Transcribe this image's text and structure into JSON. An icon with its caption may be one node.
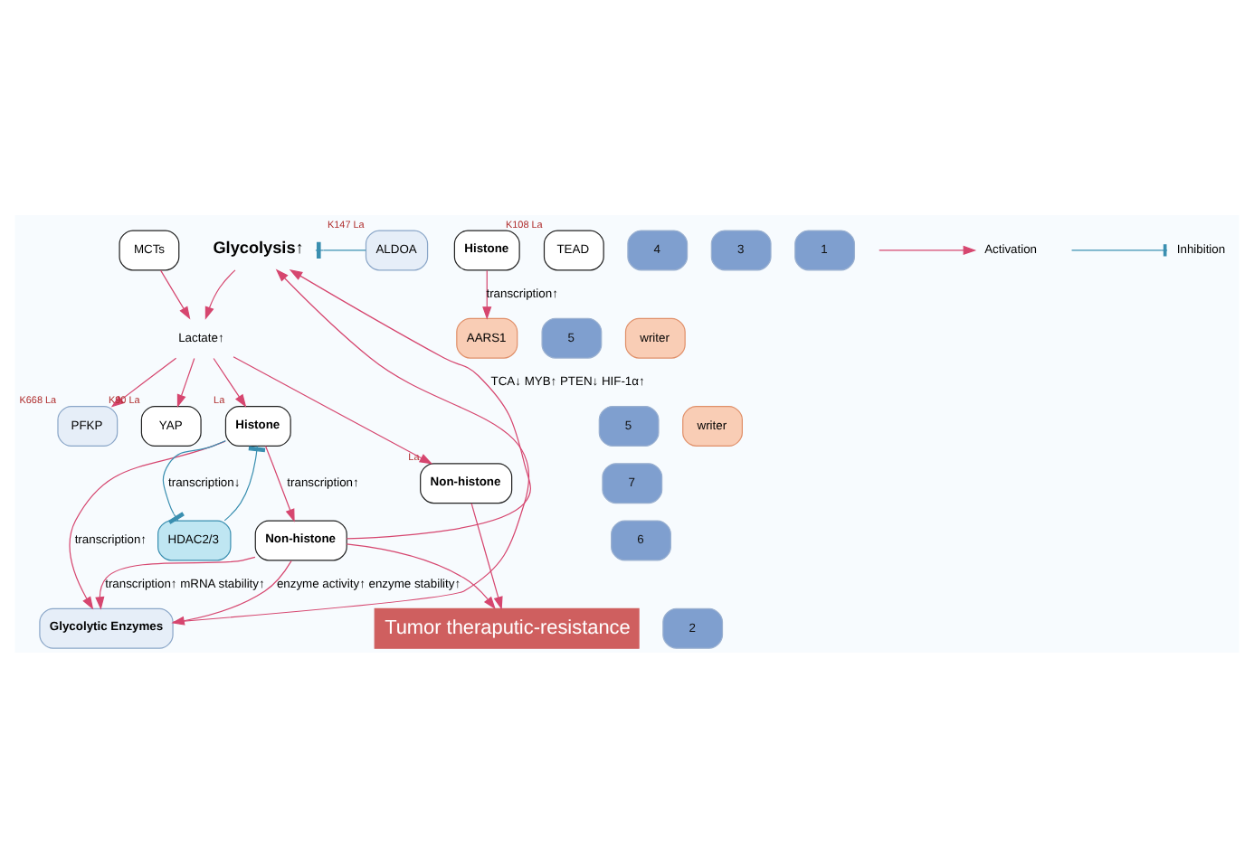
{
  "diagram": {
    "nodes": [
      {
        "text": [
          "MCTs"
        ]
      },
      {
        "text": [
          "PFKP"
        ],
        "beside": [
          "K668",
          "La"
        ]
      },
      {
        "text": [
          "ALDOA"
        ],
        "beside": [
          "K147",
          "La"
        ]
      },
      {
        "text": [
          "Lactate↑"
        ]
      },
      {
        "text": [
          "Glycolysis↑"
        ]
      },
      {
        "text": [
          "AARS1"
        ]
      },
      {
        "text": [
          "YAP"
        ],
        "beside": [
          "K90",
          "La"
        ]
      },
      {
        "text": [
          "TEAD"
        ],
        "beside": [
          "K108",
          "La"
        ]
      },
      {
        "text": [
          "Histone"
        ]
      },
      {
        "text": [
          "Histone"
        ],
        "beside": [
          "La"
        ]
      },
      {
        "text": [
          "Glycolytic Enzymes"
        ]
      },
      {
        "text": [
          "HDAC2/3"
        ]
      },
      {
        "text": [
          "Non-histone"
        ],
        "beside": [
          "La"
        ]
      },
      {
        "text": [
          "Non-histone"
        ]
      },
      {
        "text": [
          "Tumor theraputic-resistance"
        ]
      },
      {
        "text": [
          "4"
        ]
      },
      {
        "text": [
          "3"
        ]
      },
      {
        "text": [
          "5"
        ]
      },
      {
        "text": [
          "writer"
        ]
      },
      {
        "text": [
          "2"
        ]
      },
      {
        "text": [
          "1"
        ]
      },
      {
        "text": [
          "5"
        ]
      },
      {
        "text": [
          "writer"
        ]
      },
      {
        "text": [
          "7"
        ]
      },
      {
        "text": [
          "6"
        ]
      }
    ],
    "edges": [
      {
        "from": 0,
        "to": 3,
        "arrow": "to"
      },
      {
        "from": 4,
        "to": 3,
        "arrow": "to"
      },
      {
        "from": 3,
        "to": 1,
        "arrow": "to"
      },
      {
        "from": 2,
        "to": 4,
        "arrow": "other",
        "color": "#3a8fb0"
      },
      {
        "from": 3,
        "to": 6,
        "arrow": "to"
      },
      {
        "from": 3,
        "to": 12,
        "arrow": "to"
      },
      {
        "from": 8,
        "to": 5,
        "arrow": "to",
        "label": "transcription↑"
      },
      {
        "from": 3,
        "to": 9,
        "arrow": "to"
      },
      {
        "from": 9,
        "to": 10,
        "arrow": "to",
        "label": "transcription↑"
      },
      {
        "from": 9,
        "to": 11,
        "arrow": "other",
        "label": "transcription↓",
        "color": "#3a8fb0"
      },
      {
        "from": 11,
        "to": 9,
        "arrow": "other",
        "color": "#3a8fb0"
      },
      {
        "from": 9,
        "to": 13,
        "arrow": "to",
        "label": "transcription↑"
      },
      {
        "from": 13,
        "to": 10,
        "arrow": "to",
        "label": "transcription↑ mRNA stability↑"
      },
      {
        "from": 13,
        "to": 10,
        "arrow": "to",
        "label": "enzyme activity↑ enzyme stability↑"
      },
      {
        "from": 13,
        "to": 4,
        "arrow": "to",
        "label": "TCA↓ MYB↑ PTEN↓ HIF-1α↑"
      },
      {
        "from": 10,
        "to": 4,
        "arrow": "to"
      },
      {
        "from": 12,
        "to": 14,
        "arrow": "to"
      },
      {
        "from": 13,
        "to": 14,
        "arrow": "to"
      }
    ],
    "legend": [
      {
        "text": "Activation"
      },
      {
        "text": "Inhibition"
      }
    ]
  }
}
